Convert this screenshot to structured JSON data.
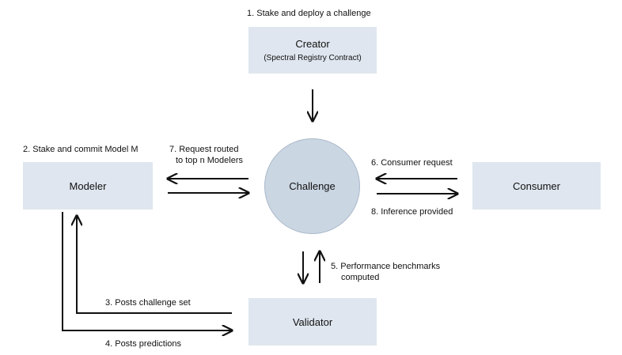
{
  "nodes": {
    "creator": {
      "title": "Creator",
      "subtitle": "(Spectral Registry Contract)"
    },
    "modeler": {
      "title": "Modeler"
    },
    "challenge": {
      "title": "Challenge"
    },
    "consumer": {
      "title": "Consumer"
    },
    "validator": {
      "title": "Validator"
    }
  },
  "steps": {
    "s1": "1. Stake and deploy a challenge",
    "s2": "2. Stake and commit Model M",
    "s3": "3. Posts challenge set",
    "s4": "4. Posts predictions",
    "s5_line1": "5. Performance benchmarks",
    "s5_line2": "computed",
    "s6": "6. Consumer request",
    "s7_line1": "7. Request routed",
    "s7_line2": "to top n Modelers",
    "s8": "8. Inference provided"
  },
  "colors": {
    "box_fill": "#dfe6ef",
    "circle_fill": "#cbd6e3",
    "arrow": "#111111"
  }
}
